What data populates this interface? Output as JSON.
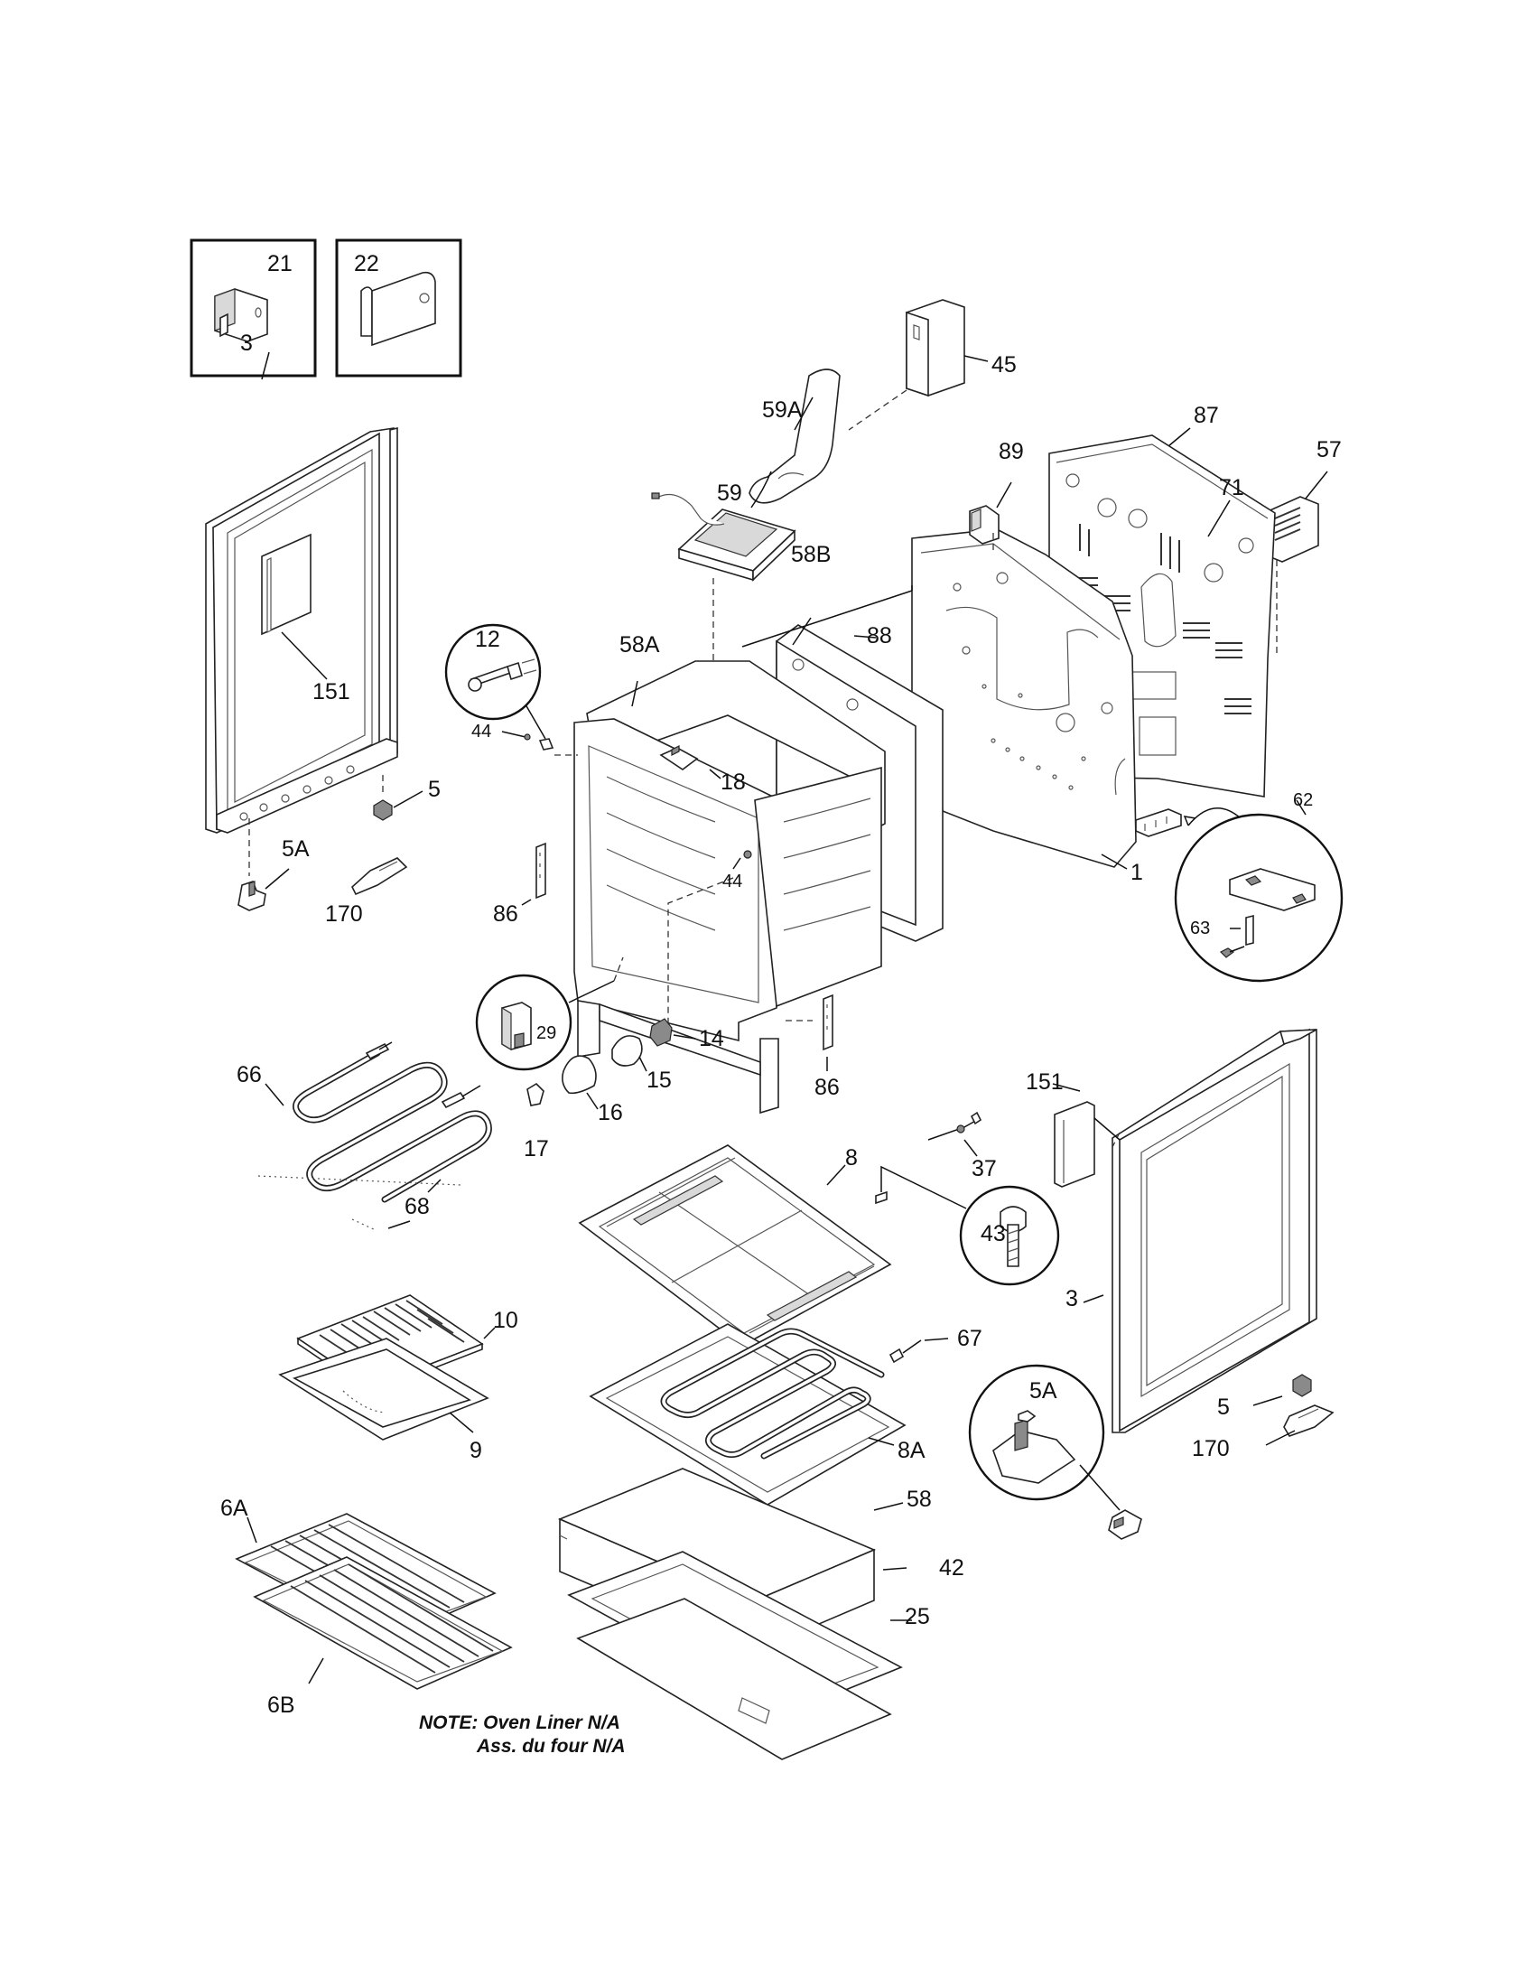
{
  "diagram": {
    "labels": {
      "l21": "21",
      "l22": "22",
      "l45": "45",
      "l59A": "59A",
      "l87": "87",
      "l57": "57",
      "l89": "89",
      "l71": "71",
      "l59": "59",
      "l3a": "3",
      "l58B": "58B",
      "l12": "12",
      "l88": "88",
      "l58A": "58A",
      "l151a": "151",
      "l44a": "44",
      "l18": "18",
      "l5a": "5",
      "l62": "62",
      "l5Aa": "5A",
      "l44b": "44",
      "l1": "1",
      "l63": "63",
      "l170a": "170",
      "l86a": "86",
      "l29": "29",
      "l14": "14",
      "l15": "15",
      "l66": "66",
      "l86b": "86",
      "l16": "16",
      "l151b": "151",
      "l17": "17",
      "l37": "37",
      "l8": "8",
      "l68": "68",
      "l43": "43",
      "l3b": "3",
      "l10": "10",
      "l67": "67",
      "l5Ab": "5A",
      "l5b": "5",
      "l9": "9",
      "l8A": "8A",
      "l170b": "170",
      "l6A": "6A",
      "l58": "58",
      "l42": "42",
      "l25": "25",
      "l6B": "6B"
    },
    "note": {
      "line1": "NOTE: Oven Liner N/A",
      "line2": "Ass. du four N/A"
    }
  }
}
